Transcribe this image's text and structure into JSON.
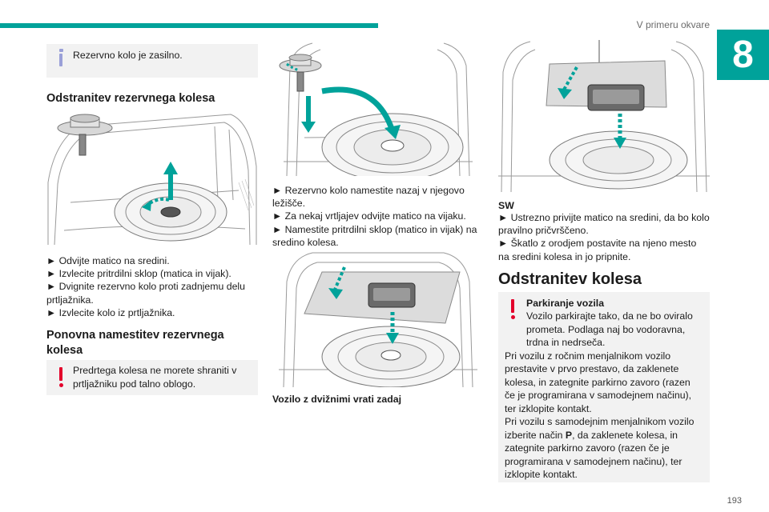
{
  "header": {
    "section_title": "V primeru okvare",
    "chapter_number": "8"
  },
  "col1": {
    "info_note": "Rezervno kolo je zasilno.",
    "heading_removal": "Odstranitev rezervnega kolesa",
    "steps_removal": [
      "► Odvijte matico na sredini.",
      "► Izvlecite pritrdilni sklop (matica in vijak).",
      "► Dvignite rezervno kolo proti zadnjemu delu prtljažnika.",
      "► Izvlecite kolo iz prtljažnika."
    ],
    "heading_refit": "Ponovna namestitev rezervnega kolesa",
    "warning_note": "Predrtega kolesa ne morete shraniti v prtljažniku pod talno oblogo."
  },
  "col2": {
    "steps_refit": [
      "► Rezervno kolo namestite nazaj v njegovo ležišče.",
      "► Za nekaj vrtljajev odvijte matico na vijaku.",
      "► Namestite pritrdilni sklop (matico in vijak) na sredino kolesa."
    ],
    "caption": "Vozilo z dvižnimi vrati zadaj"
  },
  "col3": {
    "sw_label": "SW",
    "steps_sw": [
      "► Ustrezno privijte matico na sredini, da bo kolo pravilno pričvrščeno.",
      "► Škatlo z orodjem postavite na njeno mesto na sredini kolesa in jo pripnite."
    ],
    "heading_wheel": "Odstranitev kolesa",
    "parking_title": "Parkiranje vozila",
    "parking_lines": [
      "Vozilo parkirajte tako, da ne bo oviralo prometa. Podlaga naj bo vodoravna, trdna in nedrseča.",
      "Pri vozilu z ročnim menjalnikom vozilo prestavite v prvo prestavo, da zaklenete kolesa, in zategnite parkirno zavoro (razen če je programirana v samodejnem načinu), ter izklopite kontakt."
    ],
    "parking_auto_pre": "Pri vozilu s samodejnim menjalnikom vozilo izberite način ",
    "parking_auto_bold": "P",
    "parking_auto_post": ", da zaklenete kolesa, in zategnite parkirno zavoro (razen če je programirana v samodejnem načinu), ter izklopite kontakt."
  },
  "footer": {
    "page_number": "193"
  },
  "colors": {
    "accent": "#00a29a",
    "info": "#9aa0d8",
    "warning": "#e3002b",
    "note_bg": "#f2f2f2"
  }
}
